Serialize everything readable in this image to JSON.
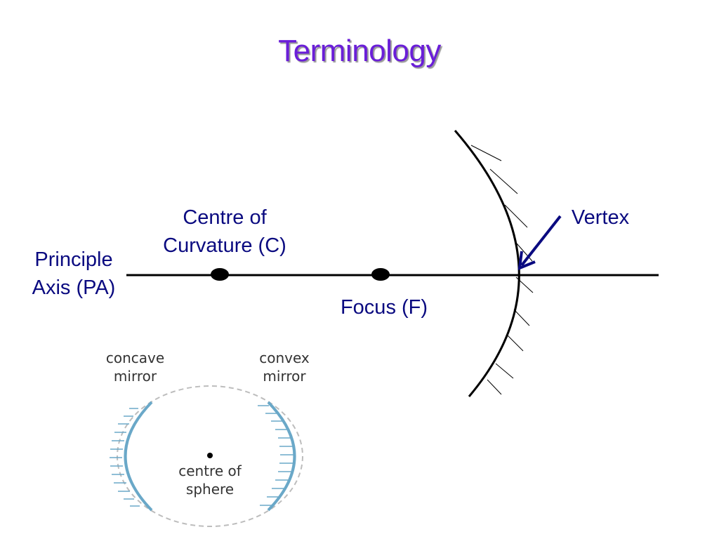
{
  "title": "Terminology",
  "labels": {
    "principle_axis": [
      "Principle",
      "Axis (PA)"
    ],
    "centre_of_curvature": [
      "Centre of",
      "Curvature (C)"
    ],
    "focus": "Focus (F)",
    "vertex": "Vertex"
  },
  "sphere_diagram": {
    "concave": [
      "concave",
      "mirror"
    ],
    "convex": [
      "convex",
      "mirror"
    ],
    "centre": [
      "centre of",
      "sphere"
    ]
  },
  "colors": {
    "title": "#6a1ed8",
    "labels": "#0a0a80",
    "arrow": "#0a0a80",
    "mirror_blue": "#6aa8c8"
  }
}
